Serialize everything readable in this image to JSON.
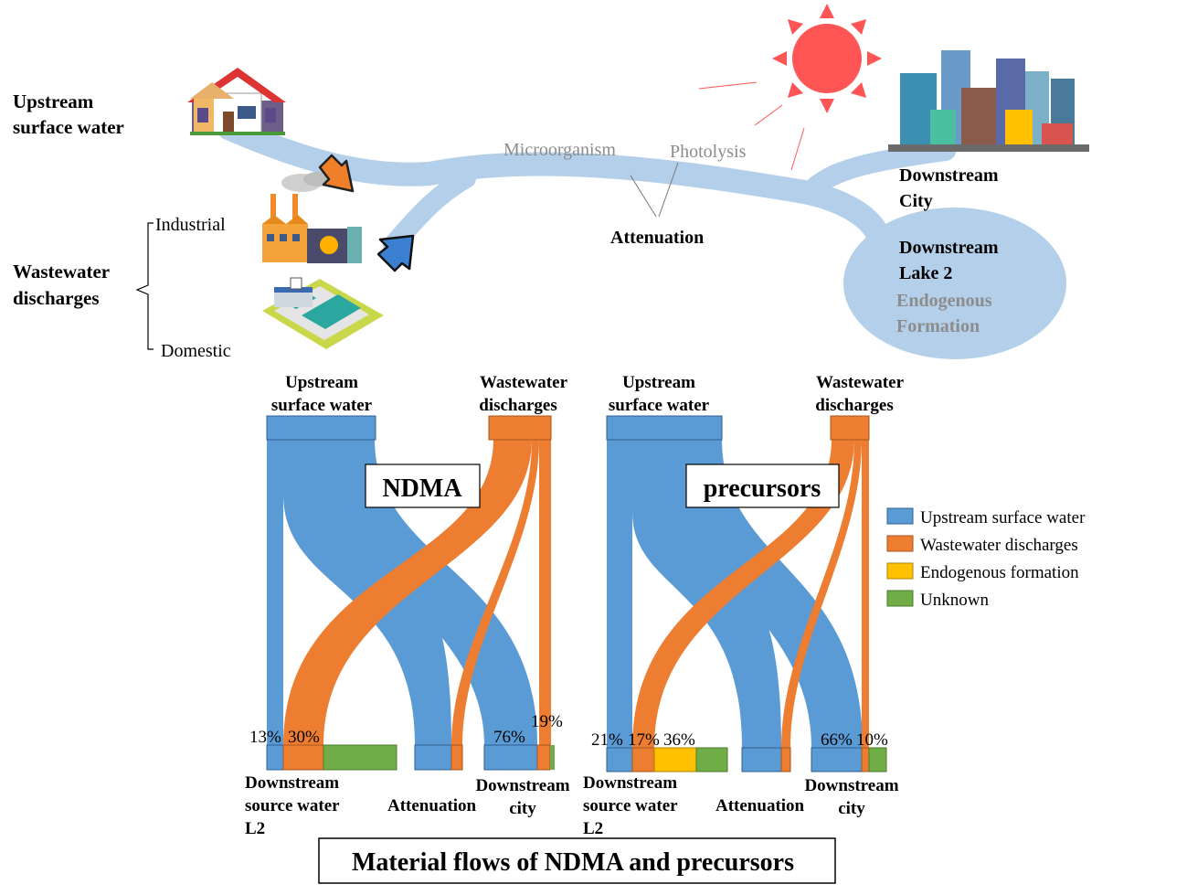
{
  "scene": {
    "upstream_label": [
      "Upstream",
      "surface water"
    ],
    "wastewater_label": [
      "Wastewater",
      "discharges"
    ],
    "industrial_label": "Industrial",
    "domestic_label": "Domestic",
    "microorganism_label": "Microorganism",
    "photolysis_label": "Photolysis",
    "attenuation_label": "Attenuation",
    "downstream_city_label": [
      "Downstream",
      "City"
    ],
    "downstream_lake_label": [
      "Downstream",
      "Lake 2"
    ],
    "endogenous_label": [
      "Endogenous",
      "Formation"
    ]
  },
  "colors": {
    "upstream": "#5b9bd5",
    "wastewater": "#ed7d31",
    "endogenous": "#ffc000",
    "unknown": "#70ad47",
    "river": "#b4cfe9",
    "sun": "#ff4d4d"
  },
  "legend": [
    {
      "label": "Upstream surface water",
      "color": "#5b9bd5"
    },
    {
      "label": "Wastewater discharges",
      "color": "#ed7d31"
    },
    {
      "label": "Endogenous formation",
      "color": "#ffc000"
    },
    {
      "label": "Unknown",
      "color": "#70ad47"
    }
  ],
  "sankeys": [
    {
      "title": "NDMA",
      "source_labels": {
        "upstream": [
          "Upstream",
          "surface water"
        ],
        "wastewater": [
          "Wastewater",
          "discharges"
        ]
      },
      "sink_labels": {
        "source_water": [
          "Downstream",
          "source water",
          "L2"
        ],
        "attenuation": [
          "Attenuation"
        ],
        "city": [
          "Downstream",
          "city"
        ]
      },
      "percent_labels": {
        "source_upstream": "13%",
        "source_wastewater": "30%",
        "city_upstream": "76%",
        "city_wastewater": "19%"
      }
    },
    {
      "title": "precursors",
      "source_labels": {
        "upstream": [
          "Upstream",
          "surface water"
        ],
        "wastewater": [
          "Wastewater",
          "discharges"
        ]
      },
      "sink_labels": {
        "source_water": [
          "Downstream",
          "source water",
          "L2"
        ],
        "attenuation": [
          "Attenuation"
        ],
        "city": [
          "Downstream",
          "city"
        ]
      },
      "percent_labels": {
        "source_upstream": "21%",
        "source_wastewater": "17%",
        "source_endogenous": "36%",
        "city_upstream": "66%",
        "city_wastewater": "10%"
      }
    }
  ],
  "caption": "Material flows of NDMA and precursors"
}
